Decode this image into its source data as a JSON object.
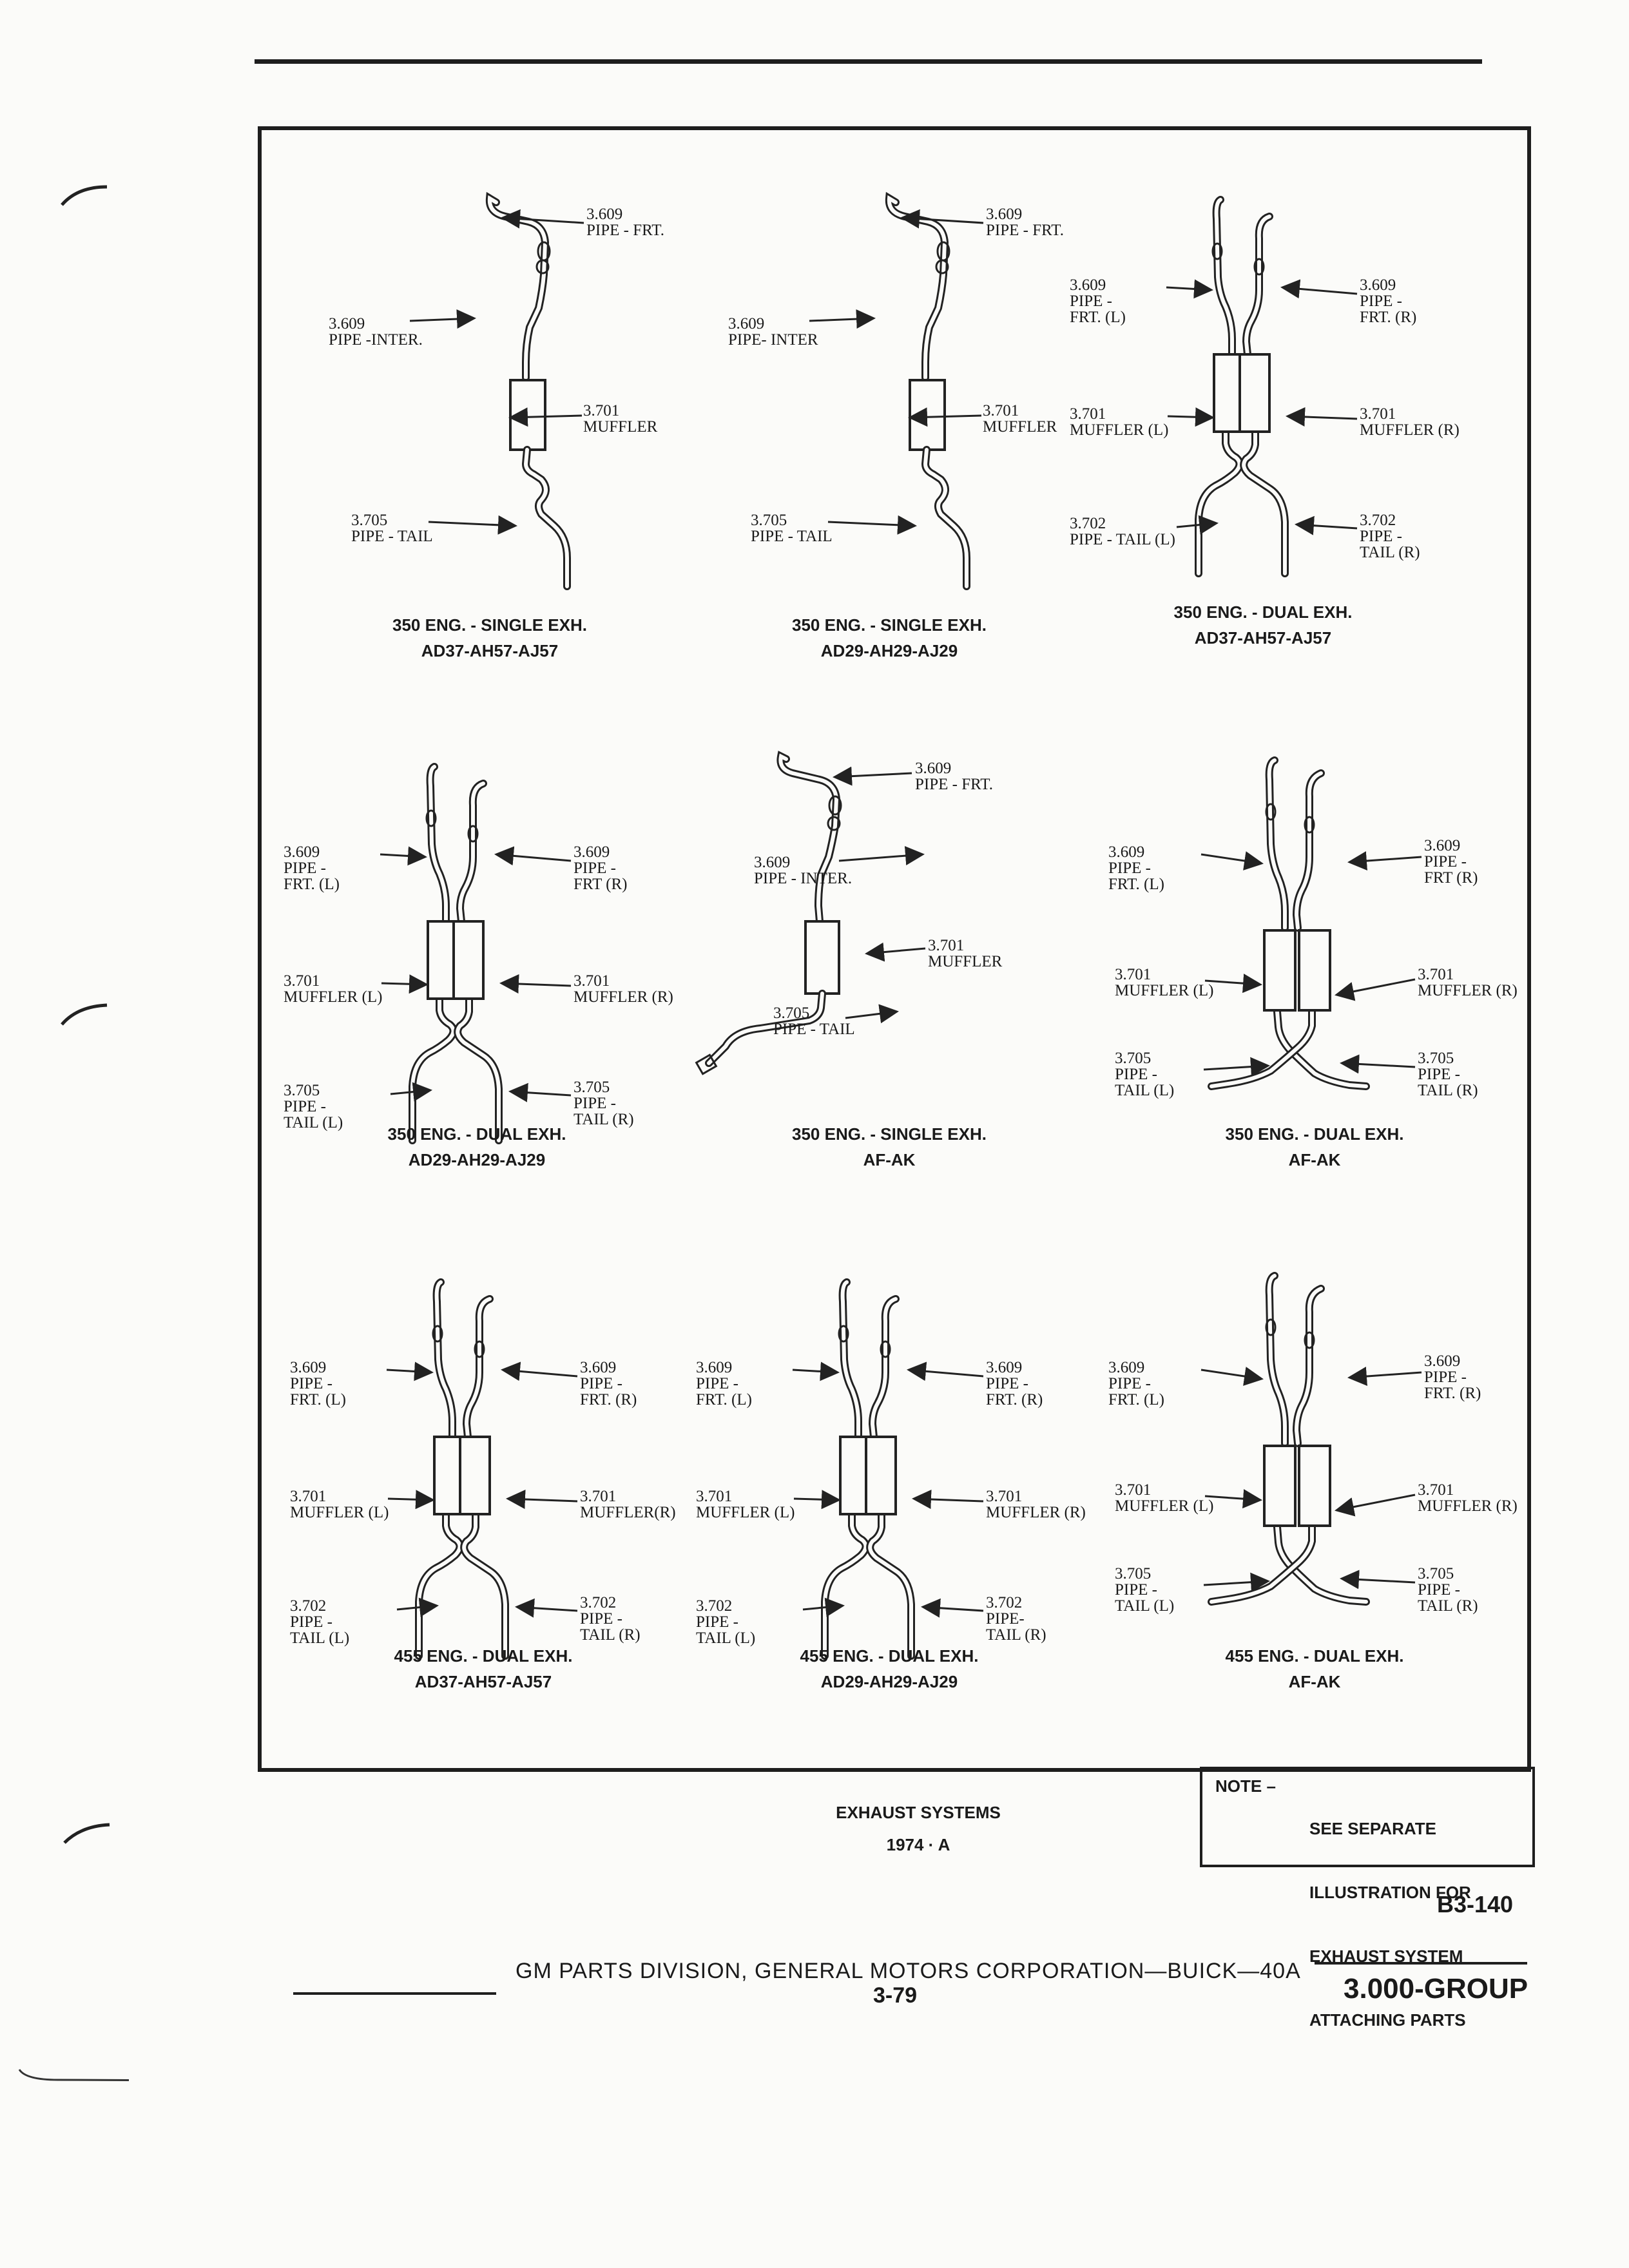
{
  "footer": {
    "caption_title": "EXHAUST SYSTEMS",
    "caption_year": "1974 · A",
    "note_lead": "NOTE –",
    "note_lines": [
      "SEE SEPARATE",
      "ILLUSTRATION FOR",
      "EXHAUST SYSTEM",
      "ATTACHING PARTS"
    ],
    "figure_id": "B3-140",
    "division": "GM PARTS DIVISION, GENERAL MOTORS CORPORATION—BUICK—40A",
    "page_number": "3-79",
    "group": "3.000-GROUP"
  },
  "panels": [
    {
      "id": "p1",
      "layout": "single",
      "captions": [
        "350 ENG. - SINGLE EXH.",
        "AD37-AH57-AJ57"
      ],
      "callouts": [
        {
          "role": "frt",
          "lines": [
            "3.609",
            "PIPE - FRT."
          ]
        },
        {
          "role": "inter",
          "lines": [
            "3.609",
            "PIPE -INTER."
          ]
        },
        {
          "role": "muffler",
          "lines": [
            "3.701",
            "MUFFLER"
          ]
        },
        {
          "role": "tail",
          "lines": [
            "3.705",
            "PIPE - TAIL"
          ]
        }
      ]
    },
    {
      "id": "p2",
      "layout": "single",
      "captions": [
        "350 ENG. - SINGLE EXH.",
        "AD29-AH29-AJ29"
      ],
      "callouts": [
        {
          "role": "frt",
          "lines": [
            "3.609",
            "PIPE - FRT."
          ]
        },
        {
          "role": "inter",
          "lines": [
            "3.609",
            "PIPE- INTER"
          ]
        },
        {
          "role": "muffler",
          "lines": [
            "3.701",
            "MUFFLER"
          ]
        },
        {
          "role": "tail",
          "lines": [
            "3.705",
            "PIPE - TAIL"
          ]
        }
      ]
    },
    {
      "id": "p3",
      "layout": "dual",
      "captions": [
        "350 ENG. - DUAL EXH.",
        "AD37-AH57-AJ57"
      ],
      "callouts": [
        {
          "role": "frt_l",
          "lines": [
            "3.609",
            "PIPE -",
            "FRT. (L)"
          ]
        },
        {
          "role": "frt_r",
          "lines": [
            "3.609",
            "PIPE -",
            "FRT. (R)"
          ]
        },
        {
          "role": "muf_l",
          "lines": [
            "3.701",
            "MUFFLER (L)"
          ]
        },
        {
          "role": "muf_r",
          "lines": [
            "3.701",
            "MUFFLER (R)"
          ]
        },
        {
          "role": "tail_l",
          "lines": [
            "3.702",
            "PIPE - TAIL (L)"
          ]
        },
        {
          "role": "tail_r",
          "lines": [
            "3.702",
            "PIPE -",
            "TAIL (R)"
          ]
        }
      ]
    },
    {
      "id": "p4",
      "layout": "dual",
      "captions": [
        "350 ENG. - DUAL EXH.",
        "AD29-AH29-AJ29"
      ],
      "callouts": [
        {
          "role": "frt_l",
          "lines": [
            "3.609",
            "PIPE -",
            "FRT. (L)"
          ]
        },
        {
          "role": "frt_r",
          "lines": [
            "3.609",
            "PIPE -",
            "FRT (R)"
          ]
        },
        {
          "role": "muf_l",
          "lines": [
            "3.701",
            "MUFFLER (L)"
          ]
        },
        {
          "role": "muf_r",
          "lines": [
            "3.701",
            "MUFFLER (R)"
          ]
        },
        {
          "role": "tail_l",
          "lines": [
            "3.705",
            "PIPE -",
            "TAIL (L)"
          ]
        },
        {
          "role": "tail_r",
          "lines": [
            "3.705",
            "PIPE -",
            "TAIL (R)"
          ]
        }
      ]
    },
    {
      "id": "p5",
      "layout": "single_af",
      "captions": [
        "350 ENG. - SINGLE EXH.",
        "AF-AK"
      ],
      "callouts": [
        {
          "role": "frt",
          "lines": [
            "3.609",
            "PIPE - FRT."
          ]
        },
        {
          "role": "inter",
          "lines": [
            "3.609",
            "PIPE - INTER."
          ]
        },
        {
          "role": "muffler",
          "lines": [
            "3.701",
            "MUFFLER"
          ]
        },
        {
          "role": "tail",
          "lines": [
            "3.705",
            "PIPE - TAIL"
          ]
        }
      ]
    },
    {
      "id": "p6",
      "layout": "dual_af",
      "captions": [
        "350 ENG. - DUAL EXH.",
        "AF-AK"
      ],
      "callouts": [
        {
          "role": "frt_l",
          "lines": [
            "3.609",
            "PIPE -",
            "FRT. (L)"
          ]
        },
        {
          "role": "frt_r",
          "lines": [
            "3.609",
            "PIPE -",
            "FRT (R)"
          ]
        },
        {
          "role": "muf_l",
          "lines": [
            "3.701",
            "MUFFLER (L)"
          ]
        },
        {
          "role": "muf_r",
          "lines": [
            "3.701",
            "MUFFLER (R)"
          ]
        },
        {
          "role": "tail_l",
          "lines": [
            "3.705",
            "PIPE -",
            "TAIL (L)"
          ]
        },
        {
          "role": "tail_r",
          "lines": [
            "3.705",
            "PIPE -",
            "TAIL (R)"
          ]
        }
      ]
    },
    {
      "id": "p7",
      "layout": "dual",
      "captions": [
        "455 ENG. - DUAL EXH.",
        "AD37-AH57-AJ57"
      ],
      "callouts": [
        {
          "role": "frt_l",
          "lines": [
            "3.609",
            "PIPE -",
            "FRT. (L)"
          ]
        },
        {
          "role": "frt_r",
          "lines": [
            "3.609",
            "PIPE -",
            "FRT. (R)"
          ]
        },
        {
          "role": "muf_l",
          "lines": [
            "3.701",
            "MUFFLER (L)"
          ]
        },
        {
          "role": "muf_r",
          "lines": [
            "3.701",
            "MUFFLER(R)"
          ]
        },
        {
          "role": "tail_l",
          "lines": [
            "3.702",
            "PIPE -",
            "TAIL (L)"
          ]
        },
        {
          "role": "tail_r",
          "lines": [
            "3.702",
            "PIPE -",
            "TAIL (R)"
          ]
        }
      ]
    },
    {
      "id": "p8",
      "layout": "dual",
      "captions": [
        "455 ENG. - DUAL EXH.",
        "AD29-AH29-AJ29"
      ],
      "callouts": [
        {
          "role": "frt_l",
          "lines": [
            "3.609",
            "PIPE -",
            "FRT. (L)"
          ]
        },
        {
          "role": "frt_r",
          "lines": [
            "3.609",
            "PIPE -",
            "FRT. (R)"
          ]
        },
        {
          "role": "muf_l",
          "lines": [
            "3.701",
            "MUFFLER (L)"
          ]
        },
        {
          "role": "muf_r",
          "lines": [
            "3.701",
            "MUFFLER (R)"
          ]
        },
        {
          "role": "tail_l",
          "lines": [
            "3.702",
            "PIPE -",
            "TAIL (L)"
          ]
        },
        {
          "role": "tail_r",
          "lines": [
            "3.702",
            "PIPE-",
            "TAIL (R)"
          ]
        }
      ]
    },
    {
      "id": "p9",
      "layout": "dual_af",
      "captions": [
        "455 ENG. - DUAL EXH.",
        "AF-AK"
      ],
      "callouts": [
        {
          "role": "frt_l",
          "lines": [
            "3.609",
            "PIPE -",
            "FRT. (L)"
          ]
        },
        {
          "role": "frt_r",
          "lines": [
            "3.609",
            "PIPE -",
            "FRT. (R)"
          ]
        },
        {
          "role": "muf_l",
          "lines": [
            "3.701",
            "MUFFLER (L)"
          ]
        },
        {
          "role": "muf_r",
          "lines": [
            "3.701",
            "MUFFLER (R)"
          ]
        },
        {
          "role": "tail_l",
          "lines": [
            "3.705",
            "PIPE -",
            "TAIL (L)"
          ]
        },
        {
          "role": "tail_r",
          "lines": [
            "3.705",
            "PIPE -",
            "TAIL (R)"
          ]
        }
      ]
    }
  ]
}
